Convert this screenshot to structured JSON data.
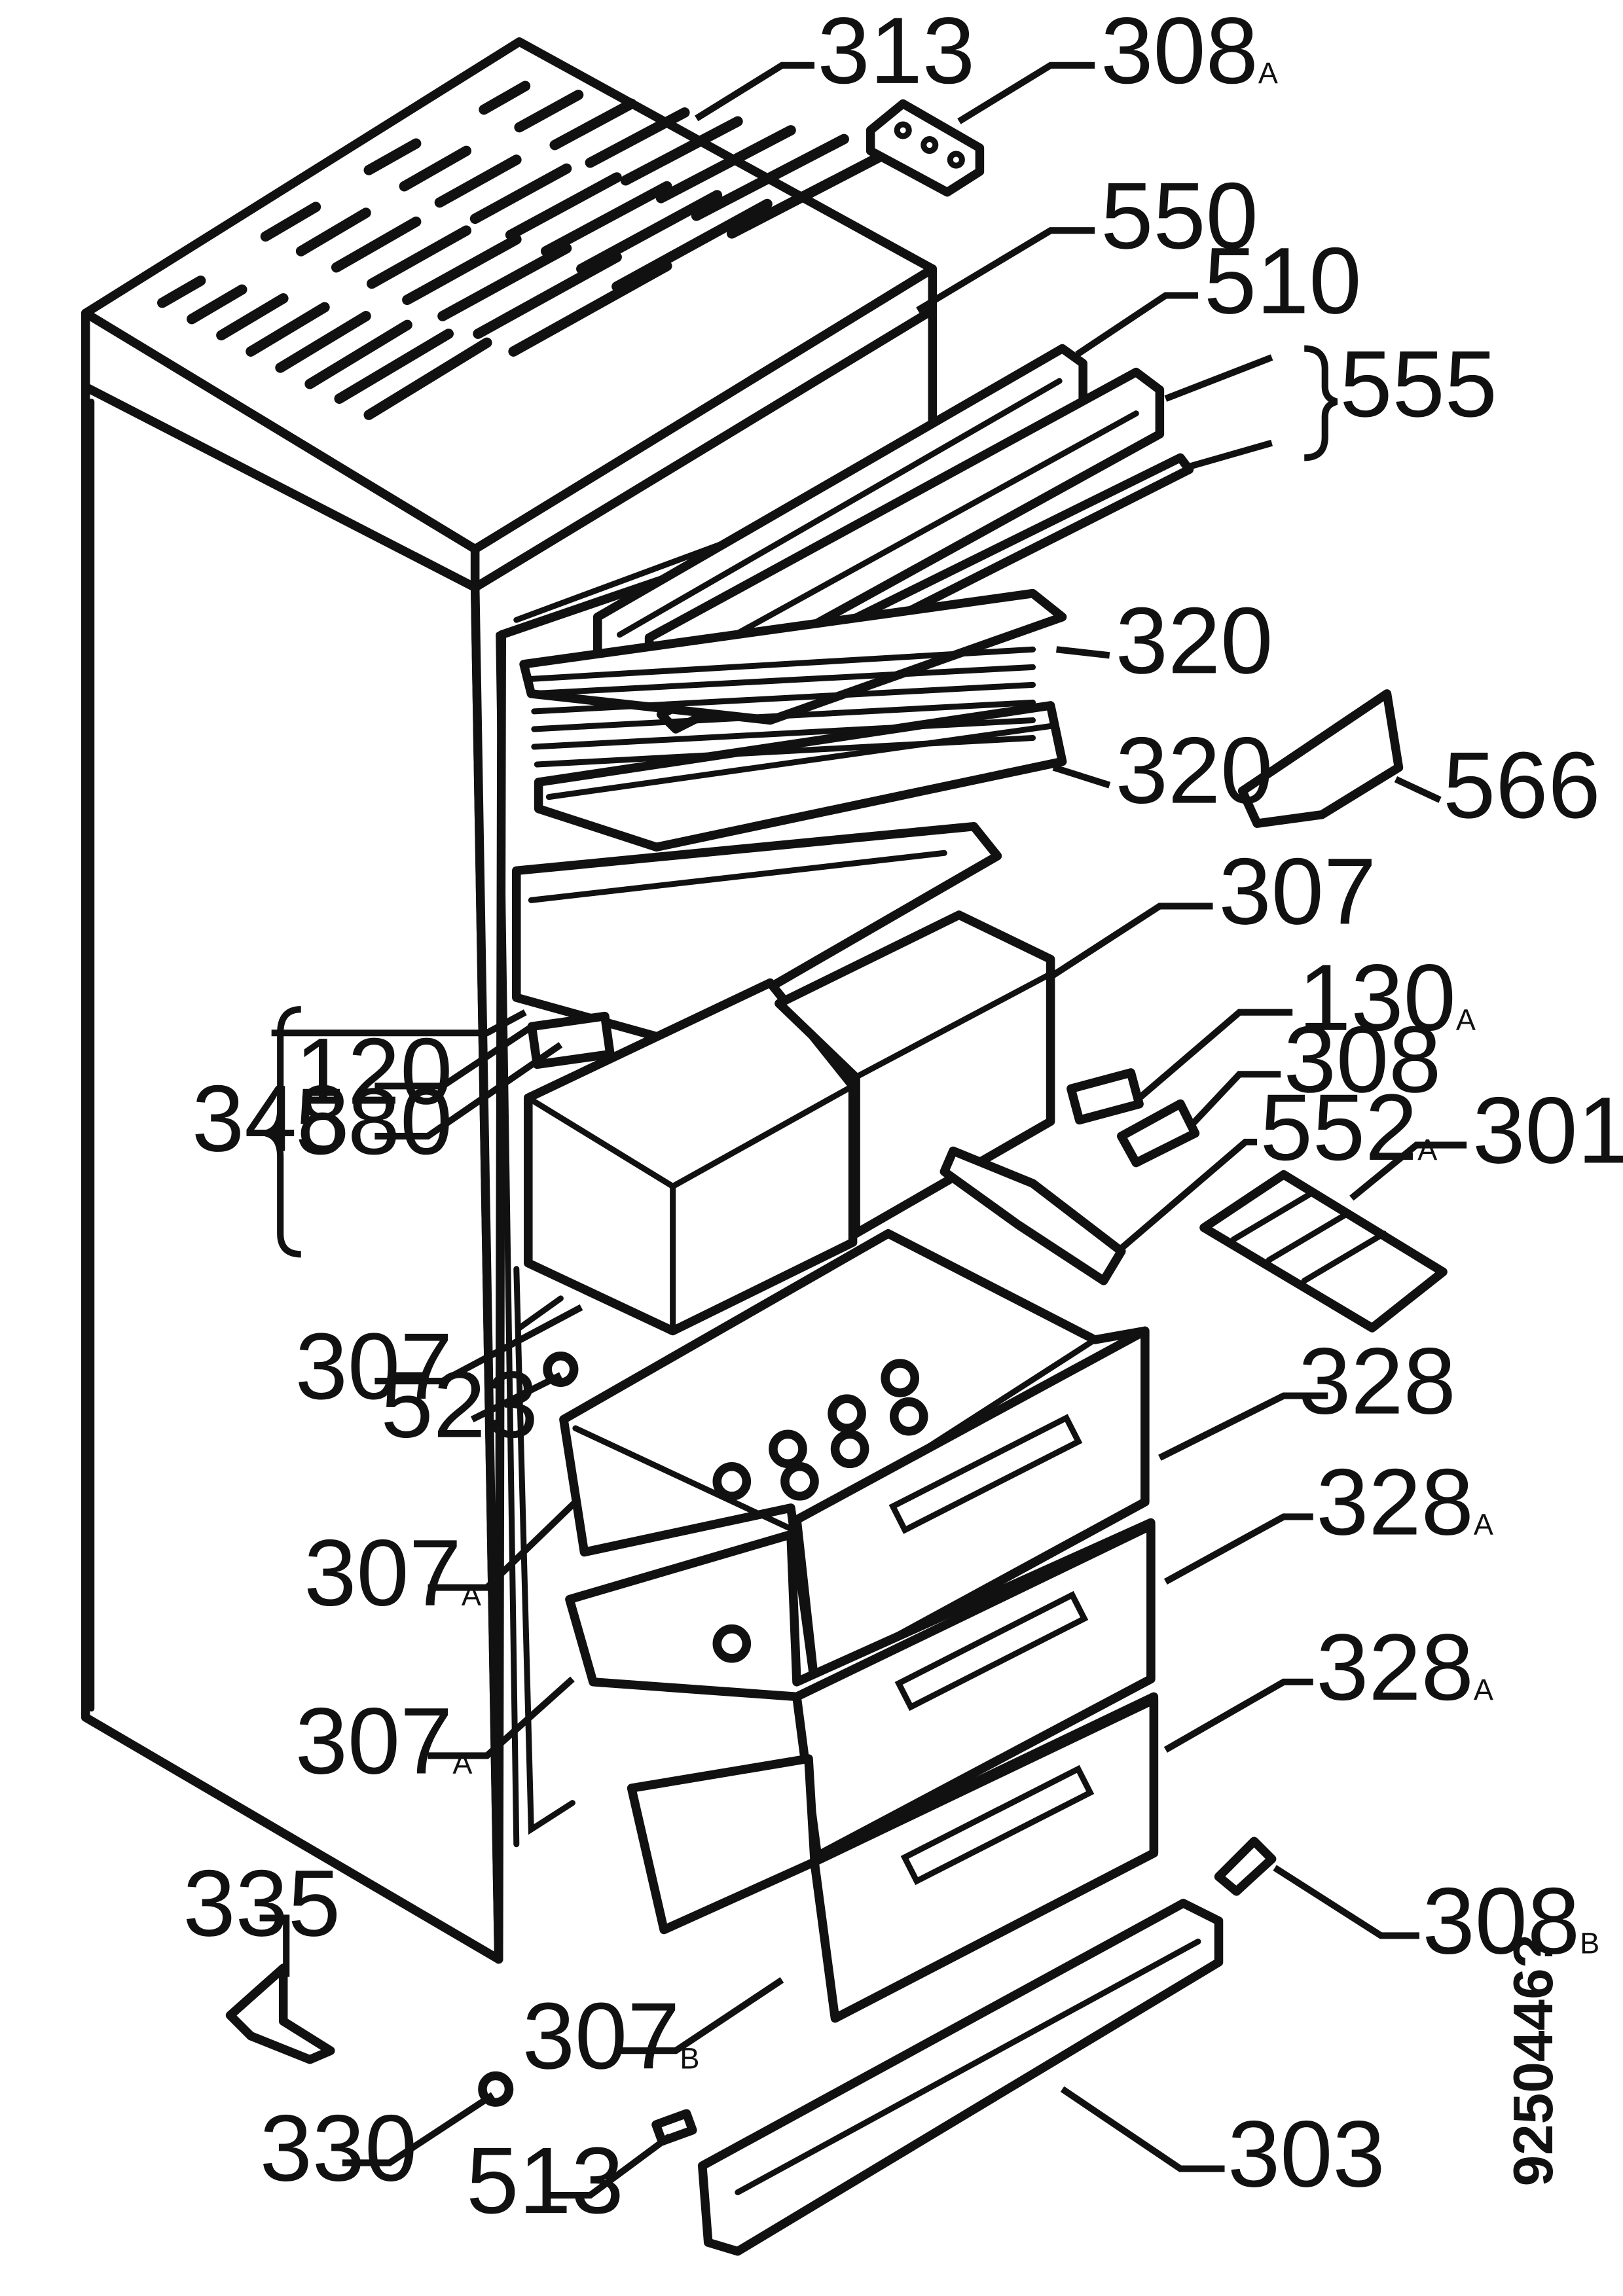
{
  "callouts": {
    "c313": {
      "num": "313",
      "suffix": ""
    },
    "c308a": {
      "num": "308",
      "suffix": "A"
    },
    "c550": {
      "num": "550",
      "suffix": ""
    },
    "c510": {
      "num": "510",
      "suffix": ""
    },
    "c555": {
      "num": "555",
      "suffix": ""
    },
    "c320a": {
      "num": "320",
      "suffix": ""
    },
    "c320b": {
      "num": "320",
      "suffix": ""
    },
    "c566": {
      "num": "566",
      "suffix": ""
    },
    "c307top": {
      "num": "307",
      "suffix": ""
    },
    "c130a": {
      "num": "130",
      "suffix": "A"
    },
    "c308": {
      "num": "308",
      "suffix": ""
    },
    "c552a": {
      "num": "552",
      "suffix": "A"
    },
    "c301": {
      "num": "301",
      "suffix": ""
    },
    "c120": {
      "num": "120",
      "suffix": ""
    },
    "c348": {
      "num": "348",
      "suffix": ""
    },
    "c580": {
      "num": "580",
      "suffix": ""
    },
    "c307left": {
      "num": "307",
      "suffix": ""
    },
    "c523": {
      "num": "523",
      "suffix": ""
    },
    "c328": {
      "num": "328",
      "suffix": ""
    },
    "c307a1": {
      "num": "307",
      "suffix": "A"
    },
    "c328a1": {
      "num": "328",
      "suffix": "A"
    },
    "c307a2": {
      "num": "307",
      "suffix": "A"
    },
    "c328a2": {
      "num": "328",
      "suffix": "A"
    },
    "c335": {
      "num": "335",
      "suffix": ""
    },
    "c308b": {
      "num": "308",
      "suffix": "B"
    },
    "c307b": {
      "num": "307",
      "suffix": "B"
    },
    "c330": {
      "num": "330",
      "suffix": ""
    },
    "c513": {
      "num": "513",
      "suffix": ""
    },
    "c303": {
      "num": "303",
      "suffix": ""
    }
  },
  "document_number": "9250446?"
}
